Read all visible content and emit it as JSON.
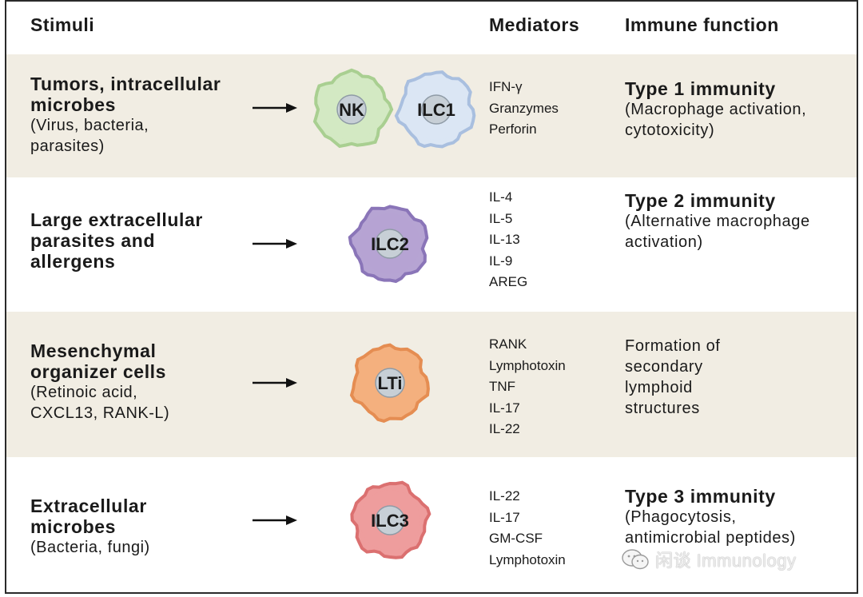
{
  "headers": {
    "stimuli": "Stimuli",
    "mediators": "Mediators",
    "function": "Immune function"
  },
  "rows": [
    {
      "stimulus": [
        "Tumors, intracellular",
        "microbes"
      ],
      "stimulus_sub": [
        "(Virus, bacteria,",
        "parasites)"
      ],
      "cells": [
        {
          "label": "NK",
          "fill": "#d3e9c3",
          "edge": "#a9cf91"
        },
        {
          "label": "ILC1",
          "fill": "#dbe6f4",
          "edge": "#a9bfdf"
        }
      ],
      "mediators": [
        "IFN-γ",
        "Granzymes",
        "Perforin"
      ],
      "function_title": "Type 1 immunity",
      "function_desc": [
        "(Macrophage activation,",
        "cytotoxicity)"
      ]
    },
    {
      "stimulus": [
        "Large extracellular",
        "parasites and",
        "allergens"
      ],
      "stimulus_sub": [],
      "cells": [
        {
          "label": "ILC2",
          "fill": "#b6a4d3",
          "edge": "#8a75b8"
        }
      ],
      "mediators": [
        "IL-4",
        "IL-5",
        "IL-13",
        "IL-9",
        "AREG"
      ],
      "function_title": "Type 2 immunity",
      "function_desc": [
        "(Alternative macrophage",
        "activation)"
      ]
    },
    {
      "stimulus": [
        "Mesenchymal",
        "organizer cells"
      ],
      "stimulus_sub": [
        "(Retinoic acid,",
        "CXCL13, RANK-L)"
      ],
      "cells": [
        {
          "label": "LTi",
          "fill": "#f4b07e",
          "edge": "#e58d52"
        }
      ],
      "mediators": [
        "RANK",
        "Lymphotoxin",
        "TNF",
        "IL-17",
        "IL-22"
      ],
      "function_title": "",
      "function_desc": [
        "Formation of",
        "secondary",
        "lymphoid",
        "structures"
      ]
    },
    {
      "stimulus": [
        "Extracellular",
        "microbes"
      ],
      "stimulus_sub": [
        "(Bacteria, fungi)"
      ],
      "cells": [
        {
          "label": "ILC3",
          "fill": "#ee9d9d",
          "edge": "#db7070"
        }
      ],
      "mediators": [
        "IL-22",
        "IL-17",
        "GM-CSF",
        "Lymphotoxin"
      ],
      "function_title": "Type 3 immunity",
      "function_desc": [
        "(Phagocytosis,",
        "antimicrobial peptides)"
      ]
    }
  ],
  "watermark": {
    "text": "闲谈 Immunology",
    "icon": "wechat-logo-icon"
  },
  "colors": {
    "shaded_row": "#f1ede3",
    "nucleus_fill": "#c7cfd6",
    "nucleus_edge": "#8f9ba6"
  }
}
